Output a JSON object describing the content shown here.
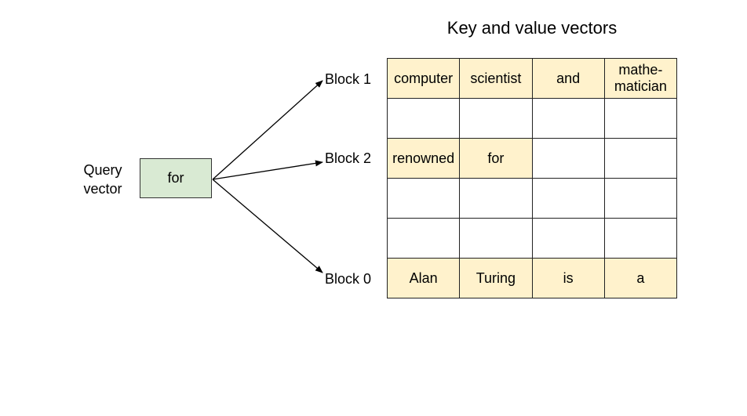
{
  "title": "Key and value vectors",
  "query": {
    "label": "Query\nvector",
    "label_line1": "Query",
    "label_line2": "vector",
    "token": "for",
    "fill_color": "#d9ead3"
  },
  "blocks": [
    {
      "label": "Block 1",
      "rows": [
        [
          "computer",
          "scientist",
          "and",
          "mathe-\nmatician"
        ],
        [
          "",
          "",
          "",
          ""
        ]
      ]
    },
    {
      "label": "Block 2",
      "rows": [
        [
          "renowned",
          "for",
          "",
          ""
        ],
        [
          "",
          "",
          "",
          ""
        ],
        [
          "",
          "",
          "",
          ""
        ]
      ]
    },
    {
      "label": "Block 0",
      "rows": [
        [
          "Alan",
          "Turing",
          "is",
          "a"
        ]
      ]
    }
  ],
  "cell_fill_color": "#fff2cc"
}
